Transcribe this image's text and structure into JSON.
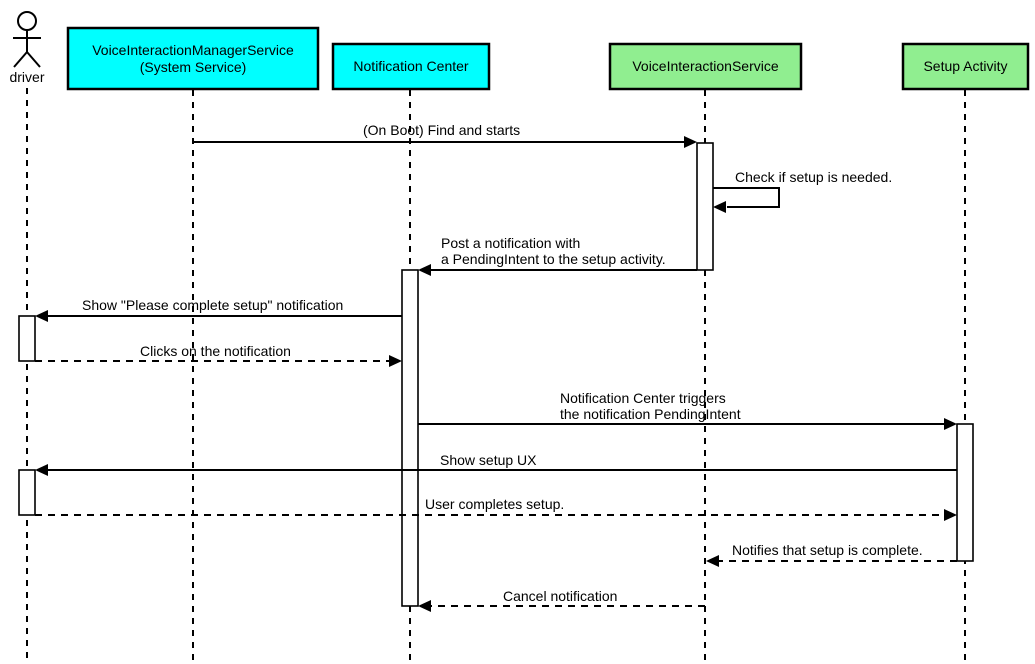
{
  "colors": {
    "participant_cyan": "#00ffff",
    "participant_green": "#90ee90",
    "line": "#000000",
    "background": "#ffffff"
  },
  "actor": {
    "name": "driver"
  },
  "participants": [
    {
      "name": "VoiceInteractionManagerService",
      "subtitle": "(System Service)",
      "color": "#00ffff"
    },
    {
      "name": "Notification Center",
      "color": "#00ffff"
    },
    {
      "name": "VoiceInteractionService",
      "color": "#90ee90"
    },
    {
      "name": "Setup Activity",
      "color": "#90ee90"
    }
  ],
  "messages": [
    {
      "label": "(On Boot) Find and starts",
      "from": "VoiceInteractionManagerService (System Service)",
      "to": "VoiceInteractionService",
      "line": "solid"
    },
    {
      "label": "Check if setup is needed.",
      "from": "VoiceInteractionService",
      "to": "VoiceInteractionService",
      "line": "solid",
      "self_message": true
    },
    {
      "label": "Post a notification with",
      "label2": "a PendingIntent to the setup activity.",
      "from": "VoiceInteractionService",
      "to": "Notification Center",
      "line": "solid"
    },
    {
      "label": "Show \"Please complete setup\" notification",
      "from": "Notification Center",
      "to": "driver",
      "line": "solid"
    },
    {
      "label": "Clicks on the notification",
      "from": "driver",
      "to": "Notification Center",
      "line": "dashed"
    },
    {
      "label": "Notification Center triggers",
      "label2": "the notification PendingIntent",
      "from": "Notification Center",
      "to": "Setup Activity",
      "line": "solid"
    },
    {
      "label": "Show setup UX",
      "from": "Setup Activity",
      "to": "driver",
      "line": "solid"
    },
    {
      "label": "User completes setup.",
      "from": "driver",
      "to": "Setup Activity",
      "line": "dashed"
    },
    {
      "label": "Notifies that setup is complete.",
      "from": "Setup Activity",
      "to": "VoiceInteractionService",
      "line": "dashed"
    },
    {
      "label": "Cancel notification",
      "from": "VoiceInteractionService",
      "to": "Notification Center",
      "line": "dashed"
    }
  ]
}
